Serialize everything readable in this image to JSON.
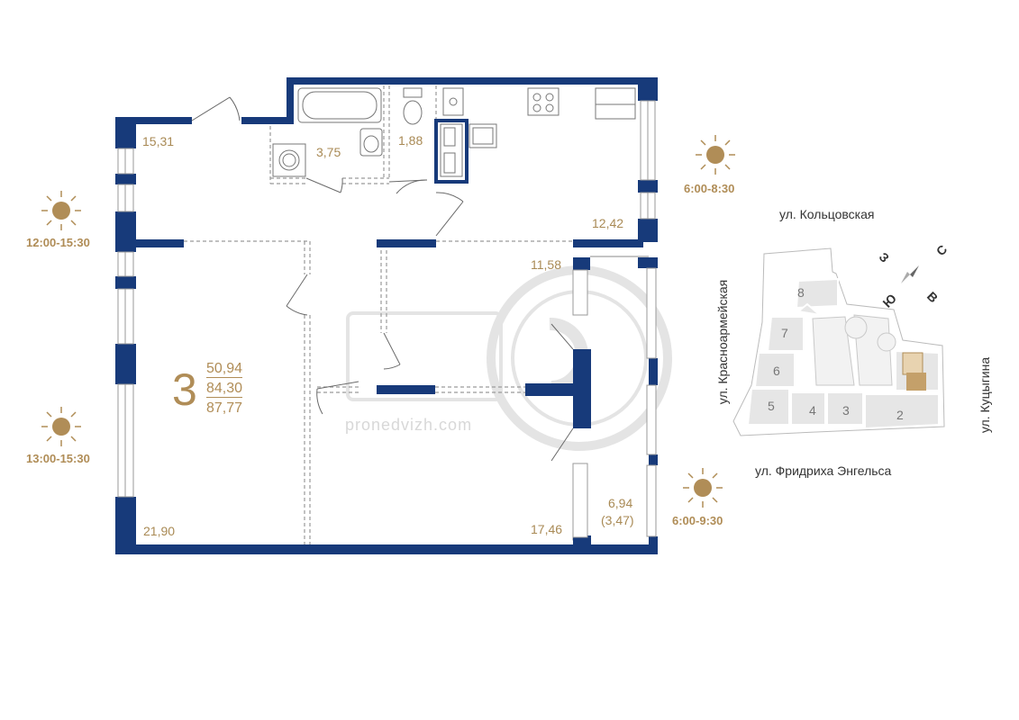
{
  "watermark": {
    "logo": "ПРО",
    "site": "pronedvizh.com"
  },
  "apartment": {
    "rooms": "3",
    "areas": {
      "living": "50,94",
      "total": "84,30",
      "total_with_balcony": "87,77"
    }
  },
  "room_areas": {
    "hall": "15,31",
    "bathroom": "3,75",
    "toilet": "1,88",
    "kitchen": "12,42",
    "corridor": "11,58",
    "bedroom_left": "21,90",
    "bedroom_center": "17,46",
    "balcony": "6,94",
    "balcony_reduced": "(3,47)"
  },
  "insolation": {
    "left_top": "12:00-15:30",
    "left_bottom": "13:00-15:30",
    "right_top": "6:00-8:30",
    "right_bottom": "6:00-9:30"
  },
  "site_plan": {
    "streets": {
      "top": "ул. Кольцовская",
      "left": "ул. Красноармейская",
      "right": "ул. Куцыгина",
      "bottom": "ул. Фридриха Энгельса"
    },
    "compass": {
      "north": "С",
      "south": "Ю",
      "west": "З",
      "east": "В"
    },
    "buildings": [
      "8",
      "7",
      "6",
      "5",
      "4",
      "3",
      "2"
    ]
  },
  "colors": {
    "wall": "#173a7a",
    "accent": "#b08d57",
    "area_text": "#a98a55",
    "line": "#8a8a8a"
  }
}
